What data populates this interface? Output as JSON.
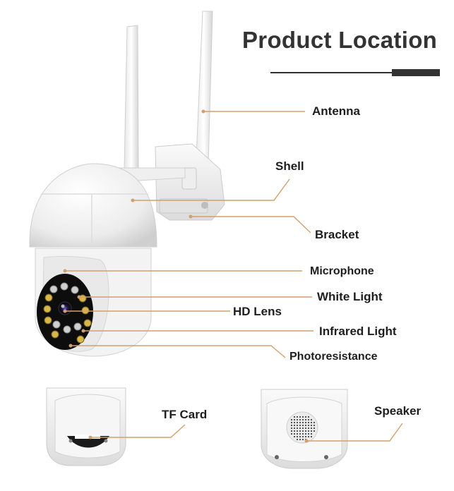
{
  "title": "Product Location",
  "labels": {
    "antenna": "Antenna",
    "shell": "Shell",
    "bracket": "Bracket",
    "microphone": "Microphone",
    "white_light": "White Light",
    "hd_lens": "HD Lens",
    "infrared_light": "Infrared Light",
    "photoresistance": "Photoresistance",
    "tf_card": "TF Card",
    "speaker": "Speaker"
  },
  "colors": {
    "leader_line": "#d2a06e",
    "title_text": "#333333",
    "label_text": "#1e1e1e",
    "camera_body": "#f5f5f5",
    "lens_panel": "#111111",
    "led_ring": "#d9b64a"
  }
}
